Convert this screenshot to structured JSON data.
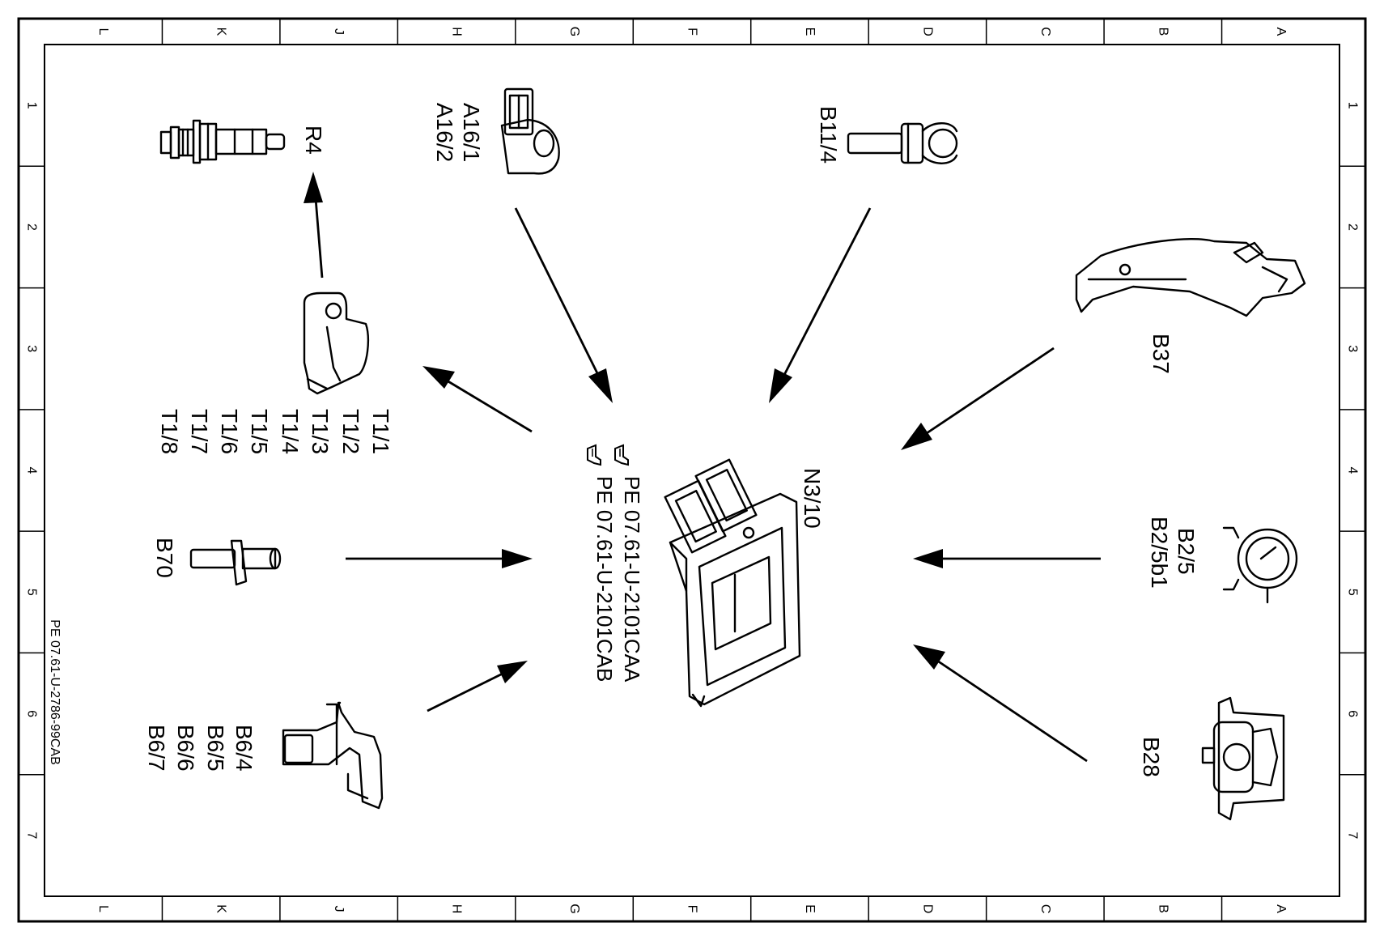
{
  "frame": {
    "column_letters": [
      "L",
      "K",
      "J",
      "H",
      "G",
      "F",
      "E",
      "D",
      "C",
      "B",
      "A"
    ],
    "row_numbers": [
      "1",
      "2",
      "3",
      "4",
      "5",
      "6",
      "7"
    ]
  },
  "document_id": "PE 07.61-U-2786-99CAB",
  "components": {
    "spark_plug": {
      "label": "R4"
    },
    "knock_sensor": {
      "labels": [
        "A16/1",
        "A16/2"
      ]
    },
    "temp_sensor": {
      "label": "B11/4"
    },
    "pedal_sensor": {
      "label": "B37"
    },
    "ignition_coil": {
      "labels": [
        "T1/1",
        "T1/2",
        "T1/3",
        "T1/4",
        "T1/5",
        "T1/6",
        "T1/7",
        "T1/8"
      ]
    },
    "ecu": {
      "label": "N3/10"
    },
    "crank_sensor": {
      "label": "B70"
    },
    "cam_sensor": {
      "labels": [
        "B6/4",
        "B6/5",
        "B6/6",
        "B6/7"
      ]
    },
    "hfm_sensor": {
      "labels": [
        "B2/5",
        "B2/5b1"
      ]
    },
    "pressure_sensor": {
      "label": "B28"
    }
  },
  "references": {
    "line1": "PE 07.61-U-2101CAA",
    "line2": "PE 07.61-U-2101CAB"
  }
}
